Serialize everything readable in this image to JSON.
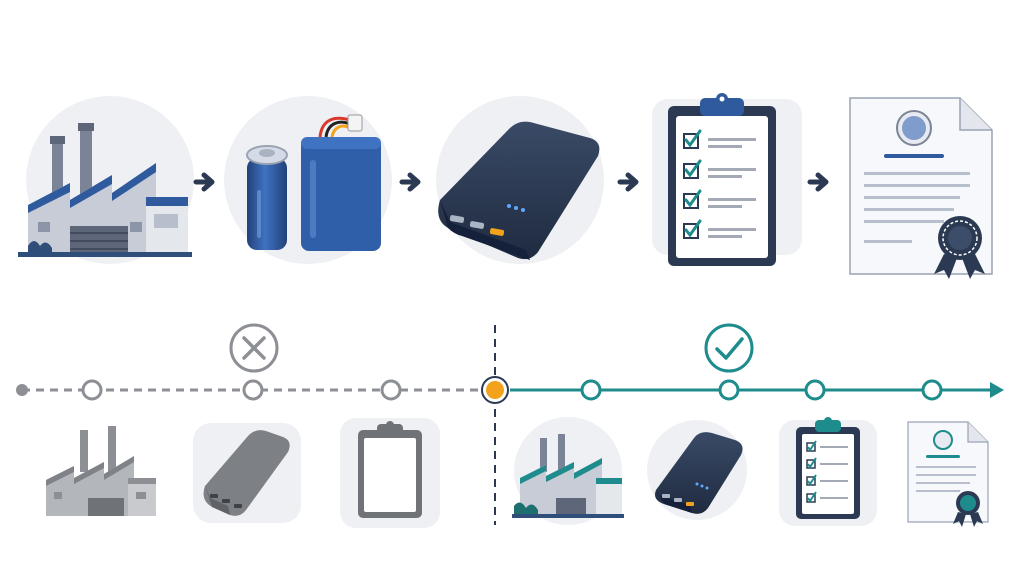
{
  "colors": {
    "navy": "#2b3a52",
    "blue": "#2f5a9e",
    "teal": "#1e8c8c",
    "gray": "#8c8f94",
    "orange": "#f2a21b",
    "light_bg": "#eef0f4"
  },
  "process_flow": {
    "steps": [
      {
        "name": "factory",
        "icon": "factory-icon"
      },
      {
        "name": "battery-cells",
        "icon": "battery-cells-icon"
      },
      {
        "name": "power-bank",
        "icon": "power-bank-icon"
      },
      {
        "name": "checklist-clipboard",
        "icon": "clipboard-checklist-icon"
      },
      {
        "name": "certificate",
        "icon": "certificate-icon"
      }
    ]
  },
  "timeline": {
    "before_status_icon": "x-circle-icon",
    "after_status_icon": "check-circle-icon",
    "before_items": [
      "factory-gray-icon",
      "power-bank-gray-icon",
      "clipboard-blank-icon"
    ],
    "after_items": [
      "factory-color-icon",
      "power-bank-color-icon",
      "clipboard-checklist-icon",
      "certificate-icon"
    ]
  }
}
